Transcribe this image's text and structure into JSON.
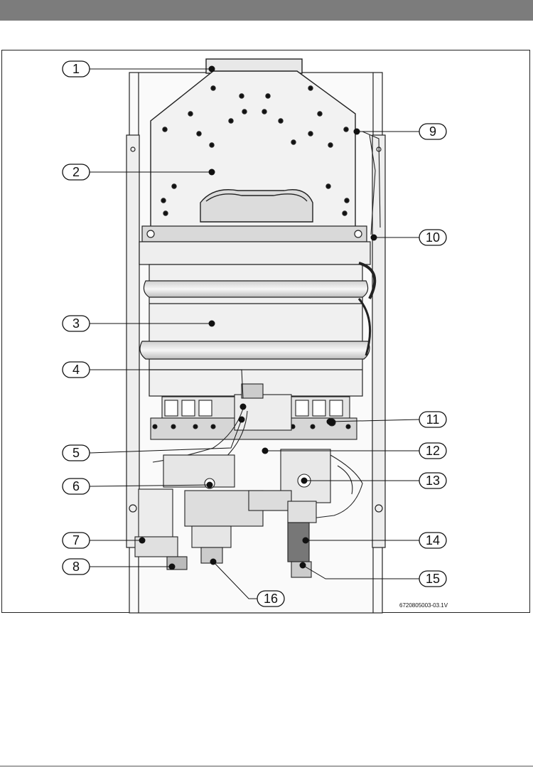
{
  "figure": {
    "code": "6720805003-03.1V",
    "callouts": [
      {
        "number": "1"
      },
      {
        "number": "2"
      },
      {
        "number": "3"
      },
      {
        "number": "4"
      },
      {
        "number": "5"
      },
      {
        "number": "6"
      },
      {
        "number": "7"
      },
      {
        "number": "8"
      },
      {
        "number": "9"
      },
      {
        "number": "10"
      },
      {
        "number": "11"
      },
      {
        "number": "12"
      },
      {
        "number": "13"
      },
      {
        "number": "14"
      },
      {
        "number": "15"
      },
      {
        "number": "16"
      }
    ]
  },
  "colors": {
    "header_bar": "#7c7c7c",
    "line": "#111111",
    "fill_light": "#e6e6e6",
    "fill_mid": "#bdbdbd"
  }
}
